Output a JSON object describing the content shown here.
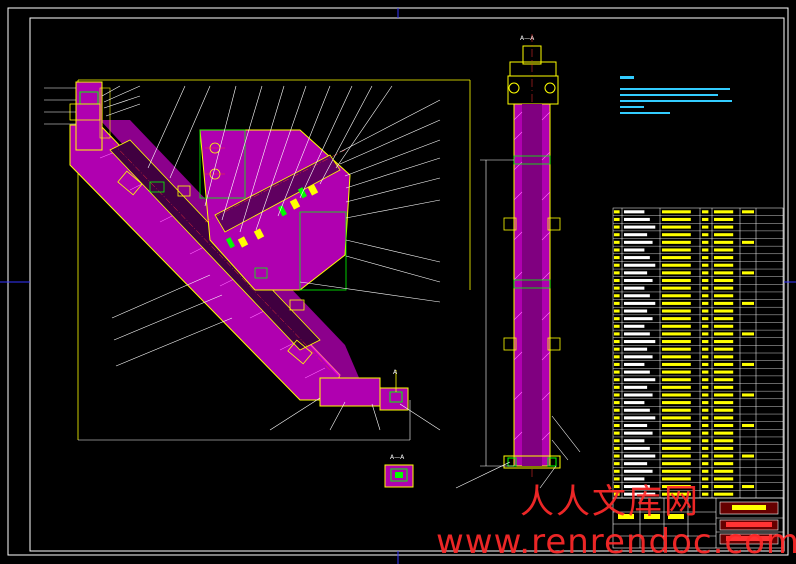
{
  "drawing": {
    "colors": {
      "background": "#000000",
      "frame": "#ffffff",
      "outline": "#ffff00",
      "hatch": "#ff00ff",
      "center": "#ff3333",
      "dim": "#ffffff",
      "part": "#00ff00",
      "table": "#ffffff",
      "note": "#33ccff"
    },
    "labels": {
      "section_mark": "A",
      "section_view": "A—A",
      "side_top_mark": "A—A"
    },
    "watermark": {
      "cn": "人人文库网",
      "url": "www.renrendoc.com"
    }
  }
}
